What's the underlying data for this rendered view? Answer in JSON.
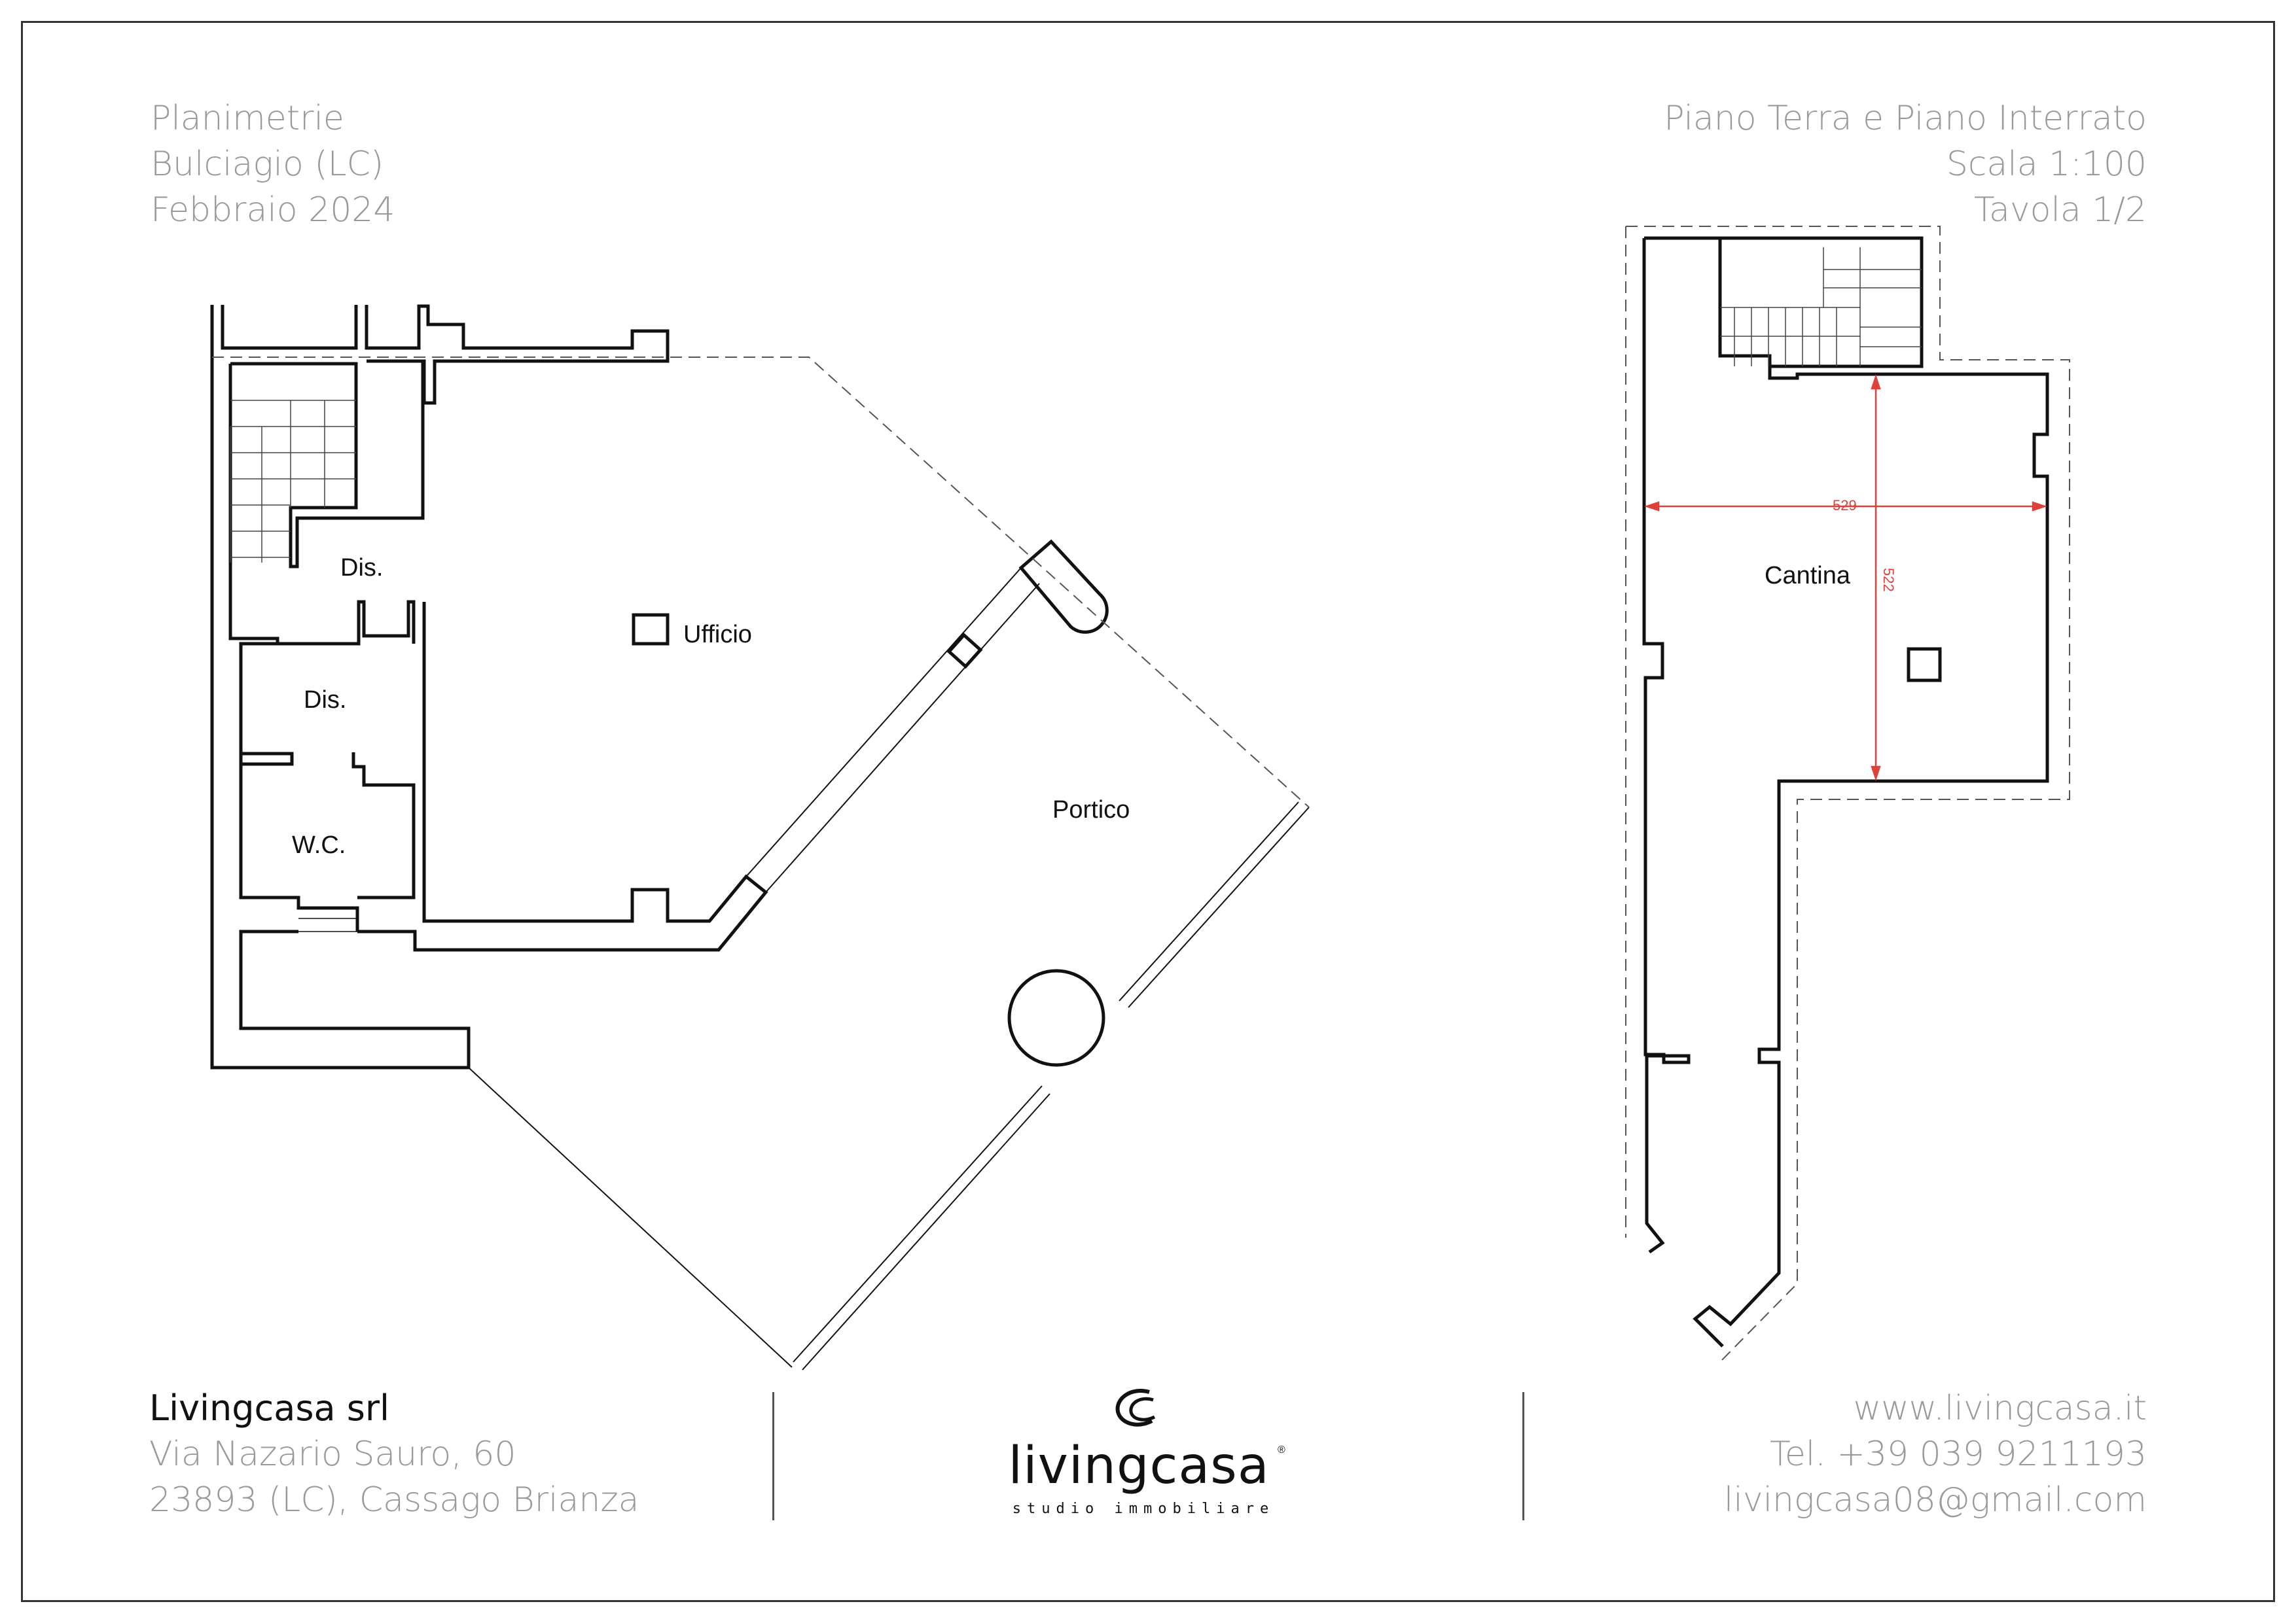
{
  "header": {
    "left": [
      "Planimetrie",
      "Bulciagio (LC)",
      "Febbraio 2024"
    ],
    "right": [
      "Piano Terra e Piano Interrato",
      "Scala 1:100",
      "Tavola 1/2"
    ]
  },
  "rooms": {
    "dis_upper": "Dis.",
    "ufficio": "Ufficio",
    "dis_lower": "Dis.",
    "wc": "W.C.",
    "portico": "Portico",
    "cantina": "Cantina"
  },
  "dimensions": {
    "width": "529",
    "height": "522"
  },
  "footer": {
    "company": "Livingcasa srl",
    "address_line1": "Via Nazario Sauro, 60",
    "address_line2": "23893 (LC), Cassago Brianza",
    "website": "www.livingcasa.it",
    "phone": "Tel. +39 039 9211193",
    "email": "livingcasa08@gmail.com"
  },
  "logo": {
    "wordmark": "livingcasa",
    "registered": "®",
    "tagline": "studio immobiliare"
  },
  "colors": {
    "wall": "#111111",
    "dimension": "#e0403a",
    "muted_text": "#9a9a9a"
  }
}
